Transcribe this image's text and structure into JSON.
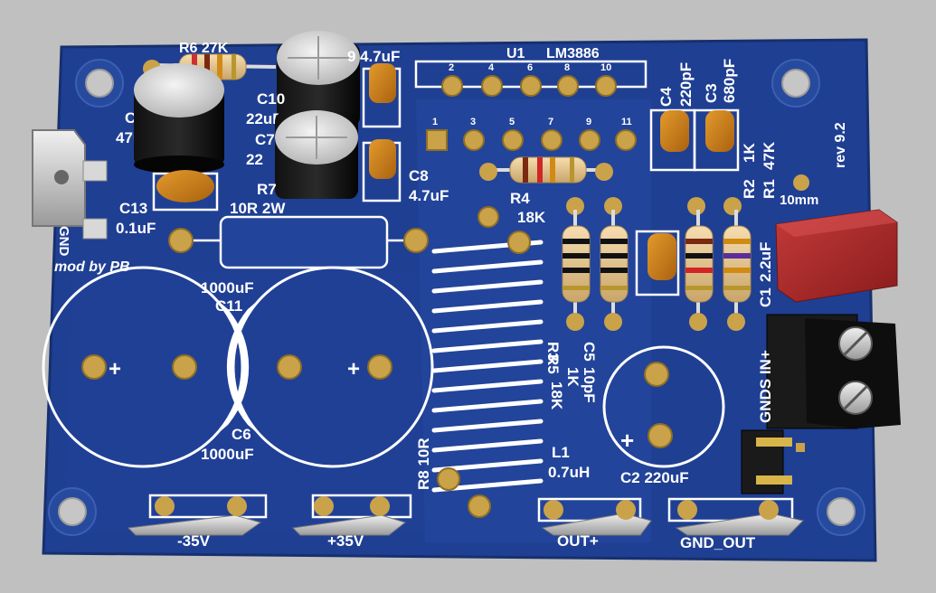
{
  "board": {
    "pcb_color": "#1f3f93",
    "silk_color": "#ffffff",
    "pad_color": "#c9a24a",
    "background_color": "#c0c0c0",
    "revision": "rev 9.2",
    "credit": "mod by PB",
    "scale_mark": "10mm",
    "gnd_label": "GND"
  },
  "chip": {
    "ref": "U1",
    "part": "LM3886",
    "top_pins": [
      "2",
      "4",
      "6",
      "8",
      "10"
    ],
    "bottom_pins": [
      "1",
      "3",
      "5",
      "7",
      "9",
      "11"
    ]
  },
  "labels": {
    "r6": "R6 27K",
    "c9_partial": "9",
    "c9_value": "4.7uF",
    "c10_ref": "C10",
    "c10_value": "22uF",
    "c7_ref": "C7",
    "c7_value": "22",
    "c_partial_ref": "C",
    "c_partial_value": "47uF",
    "c8_ref": "C8",
    "c8_value": "4.7uF",
    "c13_ref": "C13",
    "c13_value": "0.1uF",
    "r7_ref": "R7",
    "r7_value": "10R 2W",
    "r4_ref": "R4",
    "r4_value": "18K",
    "c4_ref": "C4",
    "c4_value": "220pF",
    "c3_ref": "C3",
    "c3_value": "680pF",
    "r2_ref": "R2",
    "r2_value": "1K",
    "r1_ref": "R1",
    "r1_value": "47K",
    "c1_ref": "C1",
    "c1_value": "2.2uF",
    "c11_value": "1000uF",
    "c11_ref": "C11",
    "c6_ref": "C6",
    "c6_value": "1000uF",
    "r3": "R3",
    "r3_value": "1K",
    "r5": "R5",
    "r5_value": "18K",
    "c5": "C5",
    "c5_value": "10pF",
    "r8": "R8 10R",
    "l1_ref": "L1",
    "l1_value": "0.7uH",
    "c2": "C2 220uF",
    "input_label": "GNDS IN+",
    "plus": "+"
  },
  "connectors": {
    "minus35": "-35V",
    "plus35": "+35V",
    "out_plus": "OUT+",
    "gnd_out": "GND_OUT"
  }
}
